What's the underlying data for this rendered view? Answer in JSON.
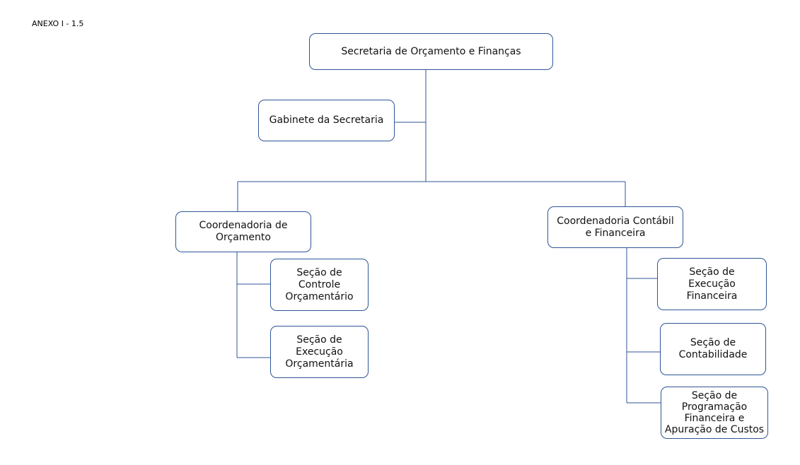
{
  "annex_label": "ANEXO I - 1.5",
  "nodes": {
    "root": "Secretaria de Orçamento e Finanças",
    "gabinete": "Gabinete da Secretaria",
    "coord_orcamento": "Coordenadoria de Orçamento",
    "coord_contabil": "Coordenadoria Contábil e Financeira",
    "sec_controle": "Seção de Controle Orçamentário",
    "sec_exec_orc": "Seção de Execução Orçamentária",
    "sec_exec_fin": "Seção de Execução Financeira",
    "sec_contabilidade": "Seção de Contabilidade",
    "sec_programacao": "Seção de Programação Financeira e Apuração de Custos"
  },
  "colors": {
    "line": "#2f5597",
    "box_border": "#2f5597"
  }
}
